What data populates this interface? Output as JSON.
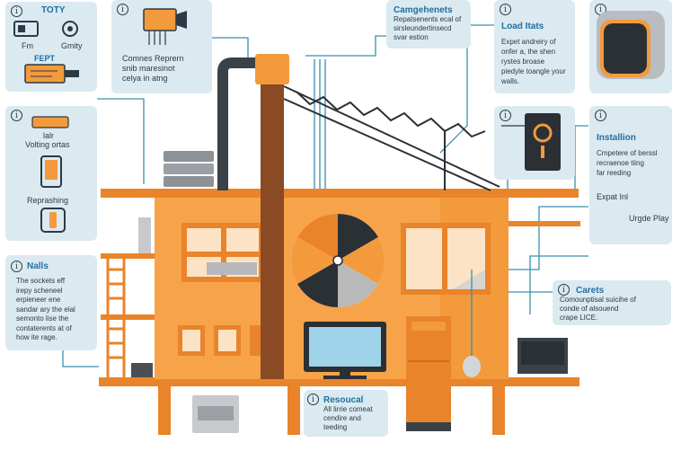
{
  "cards": {
    "toty": {
      "title": "TOTY",
      "label_left": "Fm",
      "label_right": "Gmity",
      "sublabel": "FEPT"
    },
    "camera": {
      "text": "Comnes Reprern\nsnib maresinot\ncelya in atng"
    },
    "components": {
      "title": "Camgehenets",
      "text": "Repatsenents ecal of\nsirsleundertinsecd\nsvar estion"
    },
    "load": {
      "title": "Load Itats",
      "text": "Expet andreiry of\nonfer a, the shen\nrystes broase\npiedyle toangle your\nwalls."
    },
    "wiring": {
      "label_top": "lalr",
      "label_mid": "Volting ortas",
      "label_bottom": "Reprashing"
    },
    "installation": {
      "title": "Installion",
      "text": "Cmpetere of berssl\nrecraenoe tiing\nfar reeding",
      "label_a": "Expat Inl",
      "label_b": "Urgde Play"
    },
    "nails": {
      "title": "Nalls",
      "text": "The sockets eff\nirepy scheneel\nerpieneer ene\nsandar ary the elal\nsemonto lise the\ncontaterents at of\nhow ite rage."
    },
    "carets": {
      "title": "Carets",
      "text": "Comounptisal suicihe of\nconde of alsouend\ncrape LICE."
    },
    "resource": {
      "title": "Resoucal",
      "text": "All lirrie comeat\ncendire and\nteeding"
    }
  },
  "colors": {
    "orange": "#f39a3c",
    "dark_orange": "#e9842a",
    "brown": "#8a4a24",
    "card_bg": "#dbe9f1",
    "title_blue": "#1f6fa0",
    "dark": "#2b3a44"
  }
}
